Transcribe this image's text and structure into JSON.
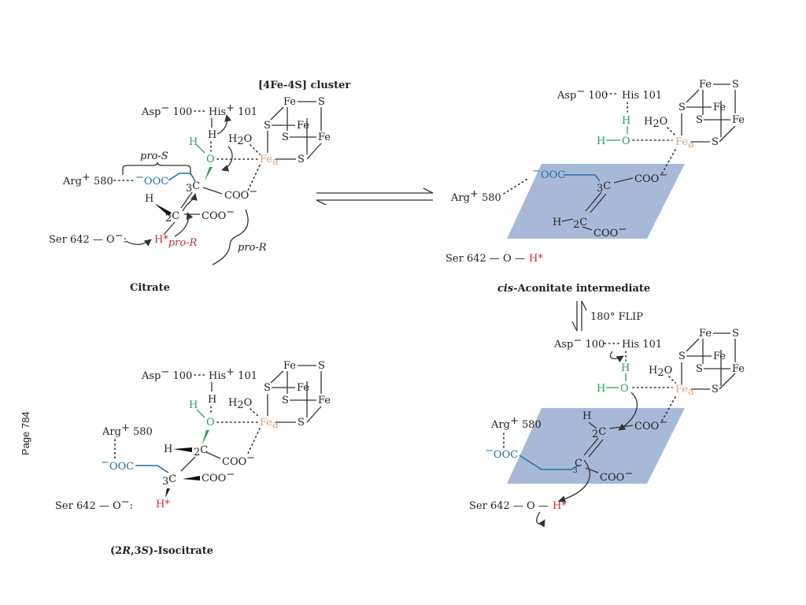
{
  "page_label": "Page 784",
  "captions": {
    "citrate": "Citrate",
    "aconitate_italic": "cis",
    "aconitate_rest": "-Aconitate intermediate",
    "isocitrate_a": "(2",
    "isocitrate_b": "R",
    "isocitrate_c": ",3",
    "isocitrate_d": "S",
    "isocitrate_e": ")-Isocitrate"
  },
  "cluster_label": "[4Fe-4S] cluster",
  "flip_label": "180° FLIP",
  "residues": {
    "asp": "Asp",
    "asp_num": "100",
    "his": "His",
    "his_num": "101",
    "arg": "Arg",
    "arg_num": "580",
    "ser": "Ser 642",
    "minus": "−",
    "plus": "+"
  },
  "atoms": {
    "H": "H",
    "O": "O",
    "C": "C",
    "S": "S",
    "Fe": "Fe",
    "Fe_sub": "a",
    "H2O_a": "H",
    "H2O_sub": "2",
    "H2O_b": "O",
    "coo": "COO",
    "ooc": "OOC",
    "num2": "2",
    "num3": "3",
    "Hstar": "H*",
    "pro_R_sub": "pro-R"
  },
  "labels": {
    "pro_S": "pro-S",
    "pro_R": "pro-R"
  }
}
